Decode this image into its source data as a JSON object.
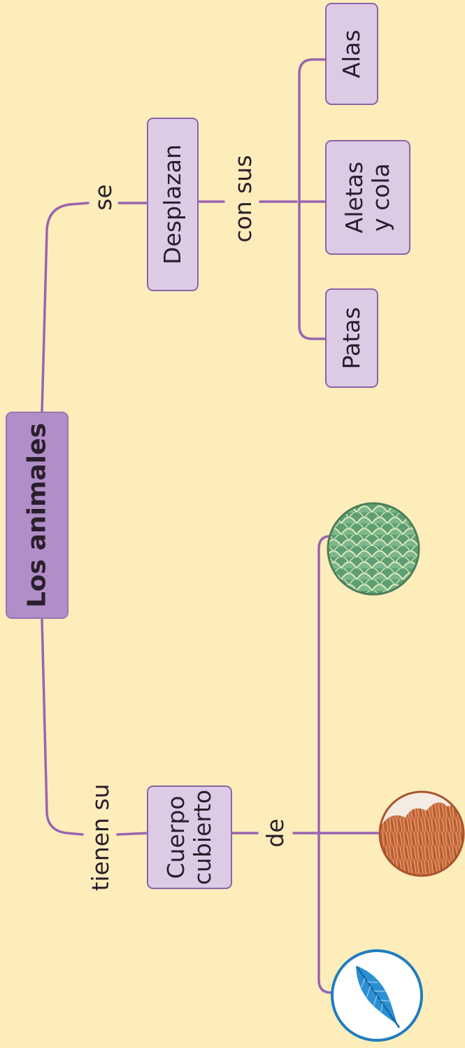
{
  "title": "Los animales",
  "branches": {
    "move": {
      "connector": "se",
      "node": "Desplazan",
      "connector2": "con sus",
      "parts": [
        "Alas",
        "Aletas\ny cola",
        "Patas"
      ]
    },
    "cover": {
      "connector": "tienen su",
      "node": "Cuerpo\ncubierto",
      "connector2": "de",
      "coverings": [
        "scales-icon",
        "fur-icon",
        "feather-icon"
      ]
    }
  },
  "colors": {
    "background": "#fcedbb",
    "line": "#9b63b0",
    "box": "#ddcbe6",
    "root_box": "#b18ec8",
    "scales": "#5d9e72",
    "fur": "#c6673c",
    "feather": "#2b8fd4"
  }
}
